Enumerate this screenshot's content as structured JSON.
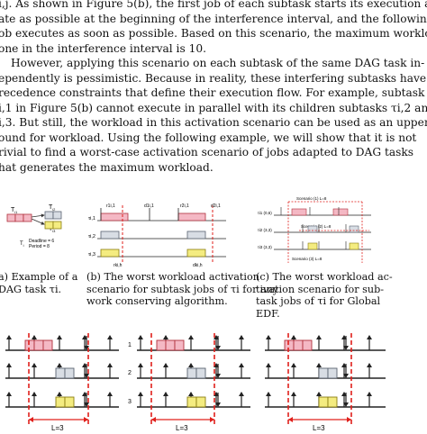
{
  "para1": {
    "lines": [
      "i,j. As shown in Figure 5(b), the first job of each subtask starts its execution as",
      "ate as possible at the beginning of the interference interval, and the following",
      "ob executes as soon as possible. Based on this scenario, the maximum workload",
      "one in the interference interval is 10."
    ]
  },
  "para2": {
    "lines": [
      "However, applying this scenario on each subtask of the same DAG task in-",
      "ependently is pessimistic. Because in reality, these interfering subtasks have",
      "recedence constraints that define their execution flow. For example, subtask",
      "i,1 in Figure 5(b) cannot execute in parallel with its children subtasks τi,2 and",
      "i,3. But still, the workload in this activation scenario can be used as an upper",
      "ound for workload. Using the following example, we will show that it is not",
      "rivial to find a worst-case activation scenario of jobs adapted to DAG tasks",
      "hat generates the maximum workload."
    ]
  },
  "fig_a": {
    "node1": "T",
    "node1_sub": "i1",
    "node2": "T",
    "node2_sub": "i2",
    "node3": "T",
    "node3_sub": "i3",
    "task": "T",
    "task_sub": "i",
    "deadline": "Deadline = 6",
    "period": "Period = 8",
    "caption": [
      "a) Example of a",
      "DAG task τi."
    ]
  },
  "fig_b": {
    "rows": [
      "τi,1",
      "τi,2",
      "τi,3"
    ],
    "labels": [
      "r1i,1",
      "d1i,1",
      "r2i,1",
      "d2i,1",
      "rki,h",
      "dki,h"
    ],
    "caption": [
      "(b) The worst workload activation",
      "scenario for subtask jobs of τi for any",
      "work conserving algorithm."
    ]
  },
  "fig_c": {
    "rows": [
      "τi1 (0,6)",
      "τi2 (3,3)",
      "τi3 (3,3)"
    ],
    "top_label": "Scenario (1) L=8",
    "mid_label": "Scenario (2) L=8",
    "bottom_label": "Scenario (3) L=8",
    "caption": [
      "(c) The worst workload ac-",
      "tivation scenario for sub-",
      "task jobs of τi for Global",
      "EDF."
    ]
  },
  "bottom_panels": {
    "interval_label": "L=3",
    "row_numbers": [
      "1",
      "2",
      "3"
    ]
  },
  "colors": {
    "pink": "#f4b8c4",
    "grey": "#d8dde4",
    "yellow": "#f4ec80",
    "red_dash": "#e0201c"
  }
}
